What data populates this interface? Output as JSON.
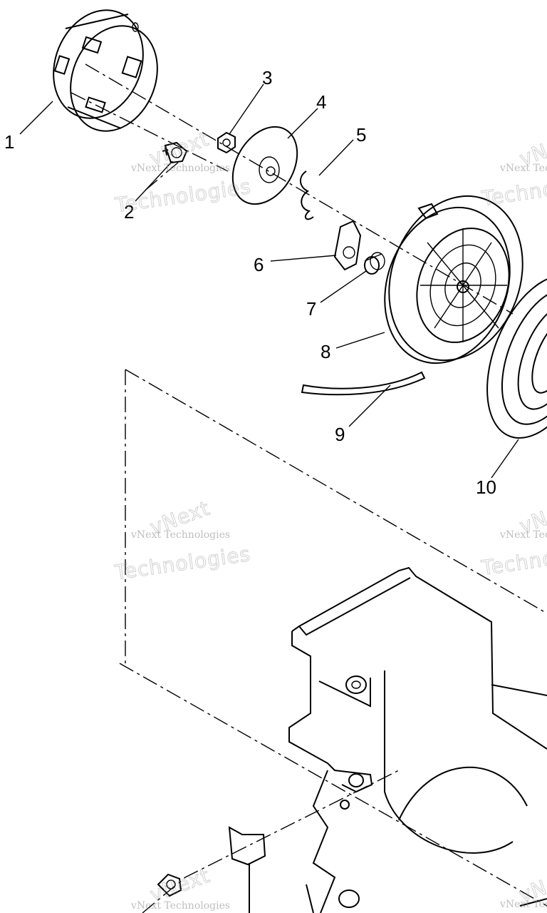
{
  "diagram": {
    "callouts": [
      {
        "id": "1",
        "text": "1"
      },
      {
        "id": "2",
        "text": "2"
      },
      {
        "id": "3",
        "text": "3"
      },
      {
        "id": "4",
        "text": "4"
      },
      {
        "id": "5",
        "text": "5"
      },
      {
        "id": "6",
        "text": "6"
      },
      {
        "id": "7",
        "text": "7"
      },
      {
        "id": "8",
        "text": "8"
      },
      {
        "id": "9",
        "text": "9"
      },
      {
        "id": "10",
        "text": "10"
      }
    ],
    "watermark": {
      "line1": "vNext",
      "line2": "vNext Technologies",
      "line3": "Technologies"
    }
  }
}
